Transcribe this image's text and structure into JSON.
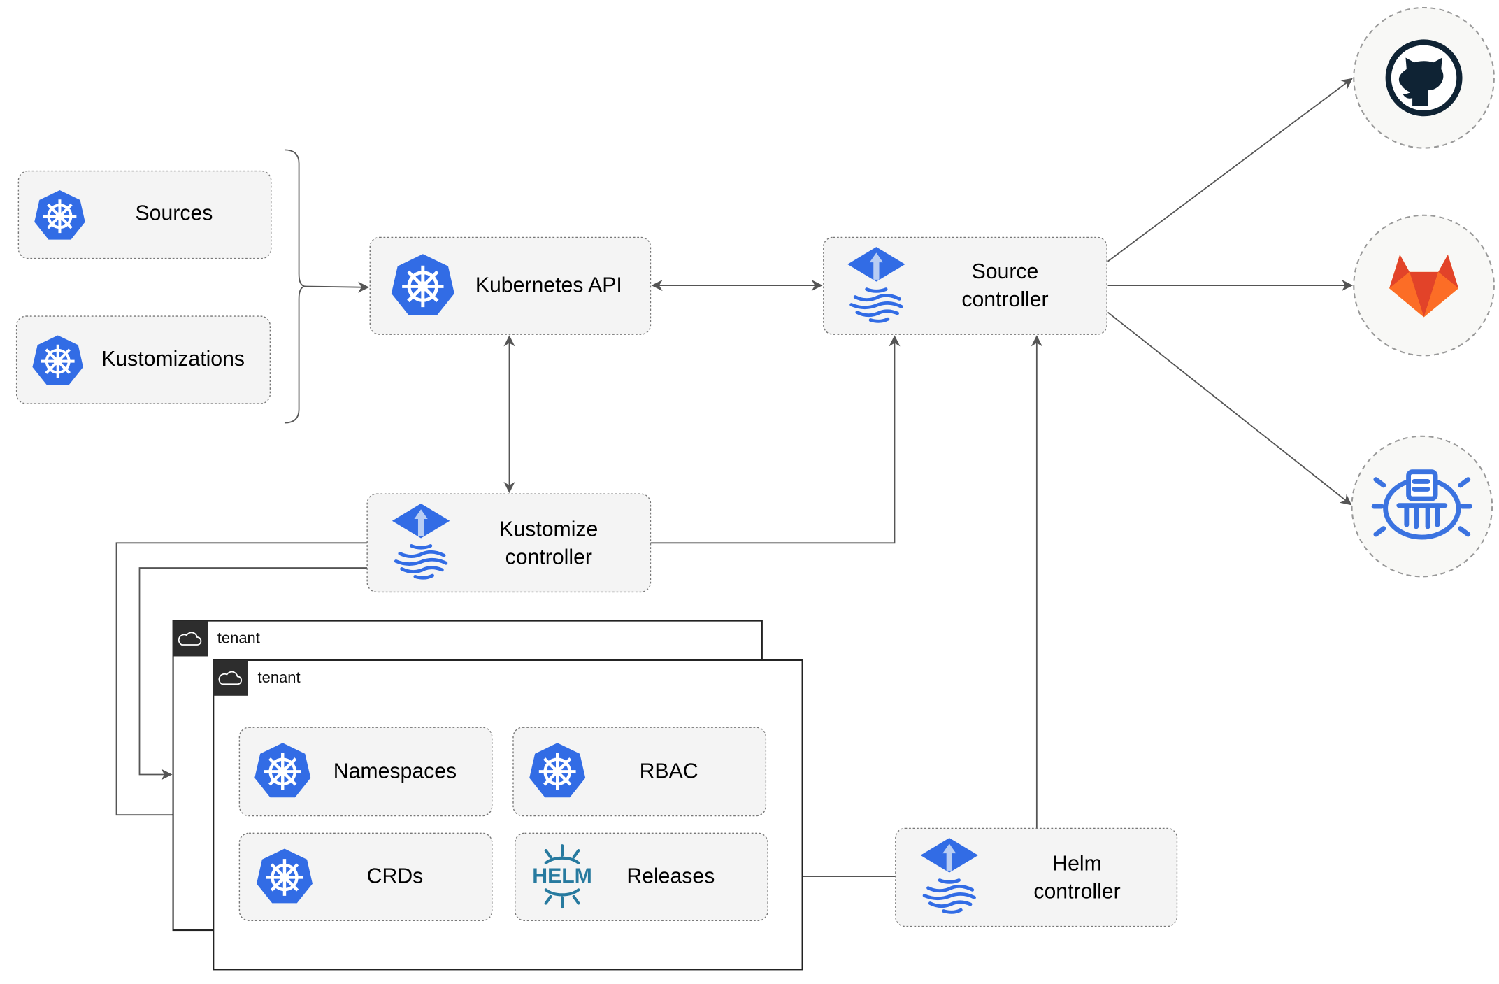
{
  "nodes": {
    "sources": "Sources",
    "kustomizations": "Kustomizations",
    "kubernetes_api": "Kubernetes API",
    "source_controller": [
      "Source",
      "controller"
    ],
    "kustomize_controller": [
      "Kustomize",
      "controller"
    ],
    "helm_controller": [
      "Helm",
      "controller"
    ],
    "namespaces": "Namespaces",
    "rbac": "RBAC",
    "crds": "CRDs",
    "releases": "Releases"
  },
  "tenants": [
    "tenant",
    "tenant"
  ],
  "helm_logo_text": "HELM",
  "external_sources": [
    "github-icon",
    "gitlab-icon",
    "helm-repository-icon"
  ],
  "colors": {
    "kubernetes_blue": "#326ce5",
    "flux_blue": "#326ce5",
    "gitlab_orange": "#e24329",
    "github_dark": "#0f2334",
    "helm_blue": "#277a9f"
  }
}
